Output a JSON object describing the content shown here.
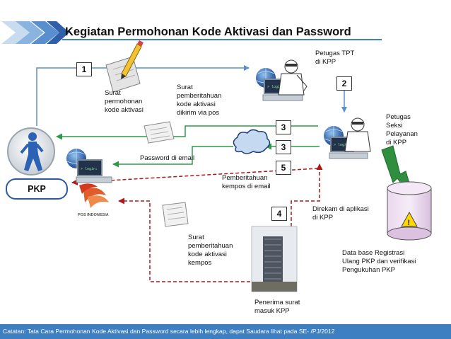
{
  "title": "Kegiatan Permohonan Kode Aktivasi dan Password",
  "pkp_label": "PKP",
  "steps": [
    "1",
    "2",
    "3",
    "3",
    "5",
    "4"
  ],
  "labels": {
    "surat_permohonan": "Surat\npermohonan\nkode aktivasi",
    "petugas_tpt": "Petugas TPT\ndi KPP",
    "surat_pemberitahuan_pos": "Surat\npemberitahuan\nkode aktivasi\ndikirim via pos",
    "petugas_seksi": "Petugas\nSeksi\nPelayanan\ndi KPP",
    "password_email": "Password di email",
    "pemberitahuan_email": "Pemberitahuan\nkempos di email",
    "direkam": "Direkam di aplikasi\ndi KPP",
    "surat_pemberitahuan_kempos": "Surat\npemberitahuan\nkode aktivasi\nkempos",
    "database": "Data base Registrasi\nUlang PKP dan verifikasi\nPengukuhan PKP",
    "penerima_surat": "Penerima surat\nmasuk KPP",
    "pos_indonesia": "POS INDONESIA",
    "login_text": "> login:"
  },
  "footer": "Catatan: Tata Cara Permohonan Kode Aktivasi dan Password secara lebih lengkap, dapat Saudara lihat pada SE-   /PJ/2012",
  "colors": {
    "accent": "#3e7fc1",
    "arrow_blue": "#5b8fc9",
    "arrow_green": "#2e9a48",
    "arrow_red": "#b01818",
    "warning": "#ffd800"
  }
}
